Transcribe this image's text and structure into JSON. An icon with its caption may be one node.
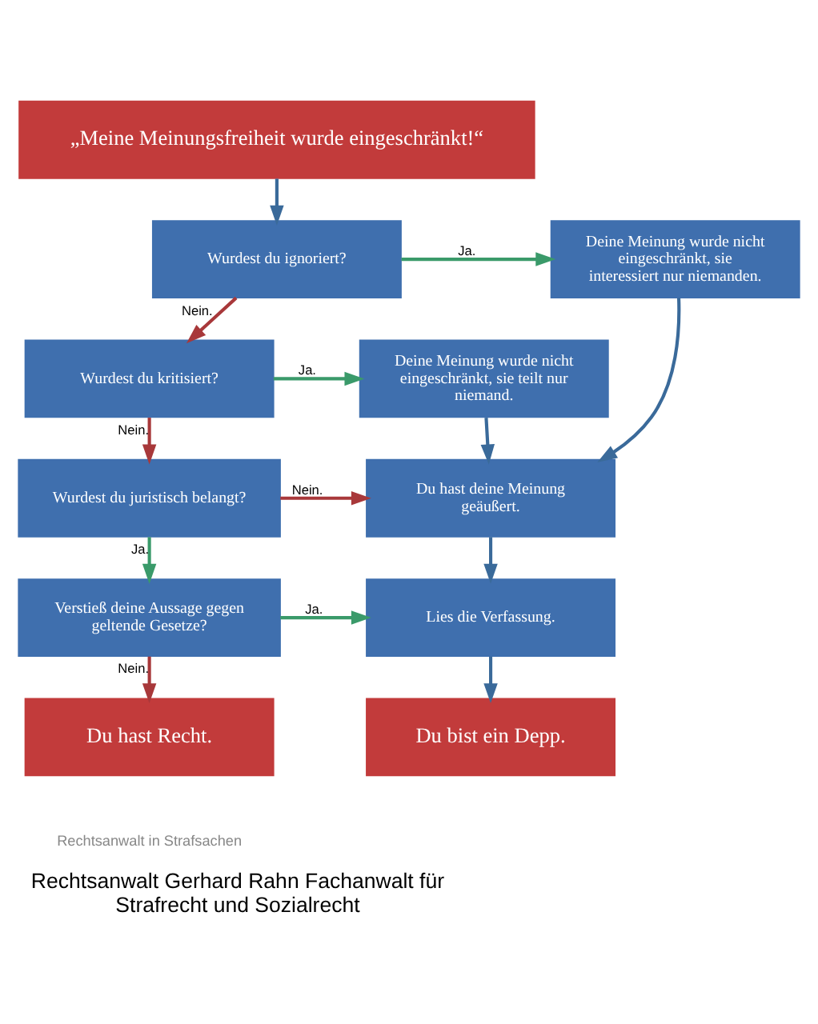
{
  "diagram": {
    "caption": "Rechtsanwalt Gerhard Rahn Fachanwalt für Strafrecht und Sozialrecht",
    "nodes": [
      {
        "text": [
          "„Meine Meinungsfreiheit wurde eingeschränkt!“"
        ]
      },
      {
        "text": [
          "Wurdest du ignoriert?"
        ]
      },
      {
        "text": [
          "Deine Meinung wurde nicht eingeschränkt, sie interessiert nur niemanden."
        ]
      },
      {
        "text": [
          "Wurdest du kritisiert?"
        ]
      },
      {
        "text": [
          "Deine Meinung wurde nicht eingeschränkt, sie teilt nur niemand."
        ]
      },
      {
        "text": [
          "Wurdest du juristisch belangt?"
        ]
      },
      {
        "text": [
          "Du hast deine Meinung geäußert."
        ]
      },
      {
        "text": [
          "Verstieß deine Aussage gegen geltende Gesetze?"
        ]
      },
      {
        "text": [
          "Lies die Verfassung."
        ]
      },
      {
        "text": [
          "Du hast Recht."
        ]
      },
      {
        "text": [
          "Du bist ein Depp."
        ]
      }
    ],
    "edges": [
      {
        "from": 0,
        "to": 1,
        "arrow": "to",
        "color": "#3a6a9a"
      },
      {
        "from": 1,
        "to": 2,
        "arrow": "to",
        "label": "Ja.",
        "color": "#3a9a6a"
      },
      {
        "from": 1,
        "to": 3,
        "arrow": "to",
        "label": "Nein.",
        "color": "#a8383a"
      },
      {
        "from": 3,
        "to": 4,
        "arrow": "to",
        "label": "Ja.",
        "color": "#3a9a6a"
      },
      {
        "from": 3,
        "to": 5,
        "arrow": "to",
        "label": "Nein.",
        "color": "#a8383a"
      },
      {
        "from": 2,
        "to": 6,
        "arrow": "to",
        "color": "#3a6a9a"
      },
      {
        "from": 4,
        "to": 6,
        "arrow": "to",
        "color": "#3a6a9a"
      },
      {
        "from": 5,
        "to": 6,
        "arrow": "to",
        "label": "Nein.",
        "color": "#a8383a"
      },
      {
        "from": 5,
        "to": 7,
        "arrow": "to",
        "label": "Ja.",
        "color": "#3a9a6a"
      },
      {
        "from": 7,
        "to": 8,
        "arrow": "to",
        "label": "Ja.",
        "color": "#3a9a6a"
      },
      {
        "from": 6,
        "to": 8,
        "arrow": "to",
        "color": "#3a6a9a"
      },
      {
        "from": 7,
        "to": 9,
        "arrow": "to",
        "label": "Nein.",
        "color": "#a8383a"
      },
      {
        "from": 8,
        "to": 10,
        "arrow": "to",
        "color": "#3a6a9a"
      }
    ],
    "labels": [
      "Rechtsanwalt in Strafsachen"
    ]
  }
}
